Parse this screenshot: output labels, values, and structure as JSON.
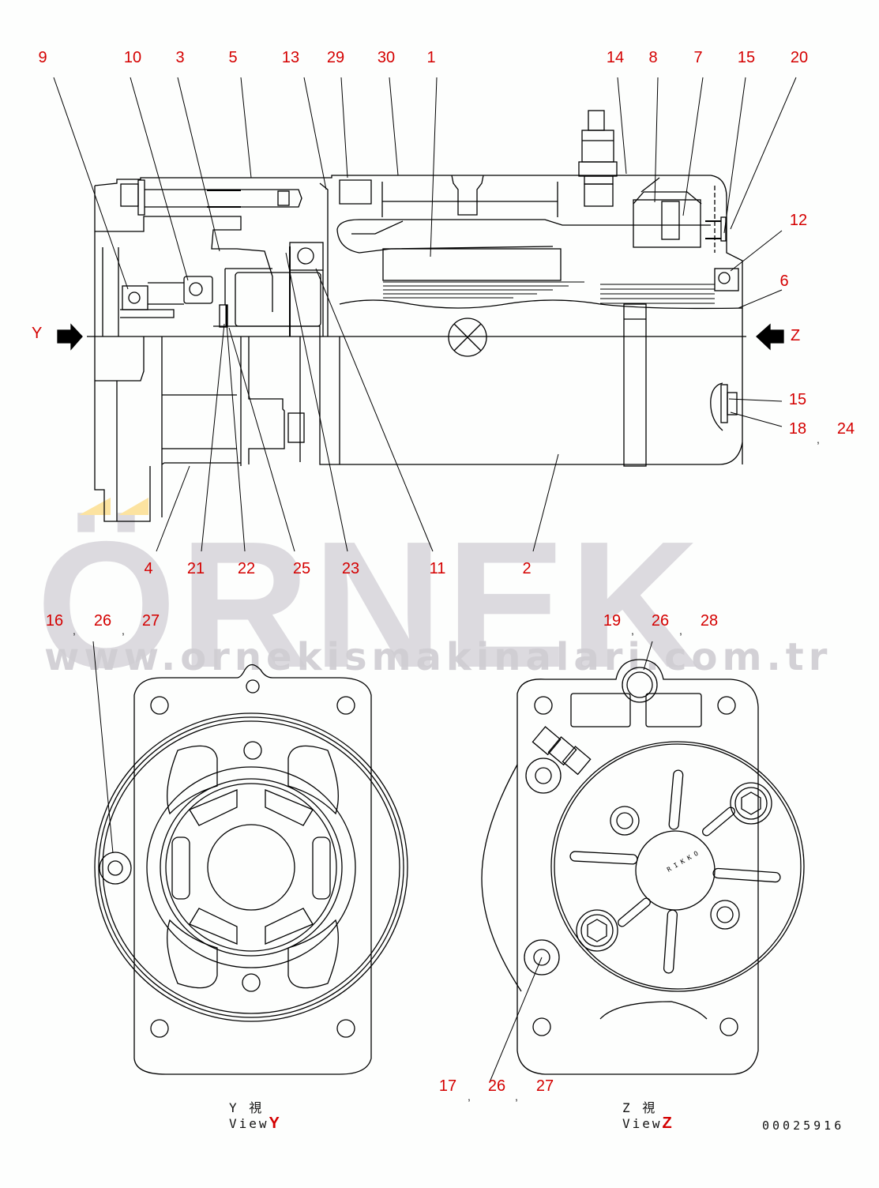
{
  "diagram": {
    "type": "exploded parts drawing - starter motor assembly",
    "document_number": "00025916",
    "watermark": {
      "brand": "ÖRNEK",
      "url": "www.ornekismakinalari.com.tr"
    },
    "section_view": {
      "arrow_left_label": "Y",
      "arrow_right_label": "Z",
      "top_callouts": [
        "9",
        "10",
        "3",
        "5",
        "13",
        "29",
        "30",
        "1",
        "14",
        "8",
        "7",
        "15",
        "20"
      ],
      "right_callouts": [
        "12",
        "6",
        "15",
        "18",
        "24"
      ],
      "bottom_callouts": [
        "4",
        "21",
        "22",
        "25",
        "23",
        "11",
        "2"
      ]
    },
    "view_y": {
      "callouts": [
        "16",
        "26",
        "27"
      ],
      "caption_jp": "Y 視",
      "caption_en": "View",
      "caption_letter": "Y"
    },
    "view_z": {
      "top_callouts": [
        "19",
        "26",
        "28"
      ],
      "bottom_callouts": [
        "17",
        "26",
        "27"
      ],
      "caption_jp": "Z 視",
      "caption_en": "View",
      "caption_letter": "Z",
      "emblem_text": "RIKKO"
    },
    "label_color": "#d40000",
    "line_color": "#000000"
  }
}
